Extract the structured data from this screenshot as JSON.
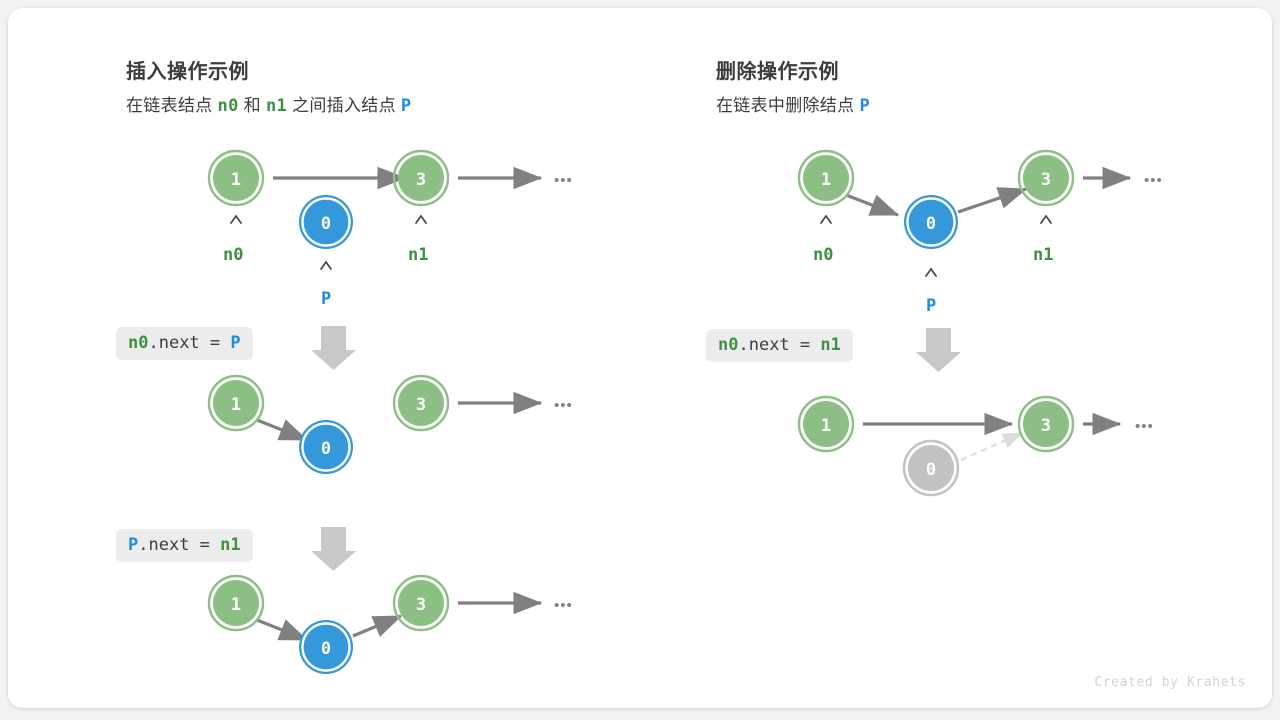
{
  "page": {
    "background": "#f2f2f2",
    "card_background": "#ffffff",
    "credit": "Created by Krahets"
  },
  "colors": {
    "green_fill": "#8cbf84",
    "green_ring": "#8cbf84",
    "green_text": "#3e9142",
    "blue_fill": "#3498db",
    "blue_ring": "#2f90da",
    "blue_text": "#1f8ae0",
    "gray_node_fill": "#c2c2c2",
    "gray_node_ring": "#c2c2c2",
    "arrow": "#808080",
    "dashed_arrow": "#dcdcdc",
    "chip_bg": "#ececec",
    "text": "#3c3c3c",
    "credit": "#d2d2d2"
  },
  "left": {
    "title": "插入操作示例",
    "subtitle": {
      "part1": "在链表结点 ",
      "tok_n0": "n0",
      "part2": " 和 ",
      "tok_n1": "n1",
      "part3": " 之间插入结点 ",
      "tok_P": "P"
    },
    "step1": {
      "nodes": [
        {
          "value": "1",
          "kind": "green",
          "label": "n0",
          "label_color": "green"
        },
        {
          "value": "0",
          "kind": "blue",
          "label": "P",
          "label_color": "blue"
        },
        {
          "value": "3",
          "kind": "green",
          "label": "n1",
          "label_color": "green"
        }
      ],
      "ellipsis": "•••"
    },
    "op1": {
      "tok_a": "n0",
      "tok_a_color": "green",
      "mid": ".next = ",
      "tok_b": "P",
      "tok_b_color": "blue"
    },
    "step2": {
      "nodes": [
        {
          "value": "1",
          "kind": "green"
        },
        {
          "value": "0",
          "kind": "blue"
        },
        {
          "value": "3",
          "kind": "green"
        }
      ],
      "ellipsis": "•••"
    },
    "op2": {
      "tok_a": "P",
      "tok_a_color": "blue",
      "mid": ".next = ",
      "tok_b": "n1",
      "tok_b_color": "green"
    },
    "step3": {
      "nodes": [
        {
          "value": "1",
          "kind": "green"
        },
        {
          "value": "0",
          "kind": "blue"
        },
        {
          "value": "3",
          "kind": "green"
        }
      ],
      "ellipsis": "•••"
    }
  },
  "right": {
    "title": "删除操作示例",
    "subtitle": {
      "part1": "在链表中删除结点 ",
      "tok_P": "P"
    },
    "step1": {
      "nodes": [
        {
          "value": "1",
          "kind": "green",
          "label": "n0",
          "label_color": "green"
        },
        {
          "value": "0",
          "kind": "blue",
          "label": "P",
          "label_color": "blue"
        },
        {
          "value": "3",
          "kind": "green",
          "label": "n1",
          "label_color": "green"
        }
      ],
      "ellipsis": "•••"
    },
    "op1": {
      "tok_a": "n0",
      "tok_a_color": "green",
      "mid": ".next = ",
      "tok_b": "n1",
      "tok_b_color": "green"
    },
    "step2": {
      "nodes": [
        {
          "value": "1",
          "kind": "green"
        },
        {
          "value": "0",
          "kind": "gray"
        },
        {
          "value": "3",
          "kind": "green"
        }
      ],
      "ellipsis": "•••"
    }
  },
  "chart_data": {
    "type": "diagram",
    "title": "Linked list insert and delete operations",
    "panels": [
      {
        "name": "insert",
        "title": "插入操作示例",
        "subtitle": "在链表结点 n0 和 n1 之间插入结点 P",
        "steps": [
          {
            "nodes": [
              "1",
              "0",
              "3"
            ],
            "edges": [
              "1->3"
            ],
            "note": "initial state, P detached"
          },
          {
            "operation": "n0.next = P",
            "nodes": [
              "1",
              "0",
              "3"
            ],
            "edges": [
              "1->0"
            ]
          },
          {
            "operation": "P.next = n1",
            "nodes": [
              "1",
              "0",
              "3"
            ],
            "edges": [
              "1->0",
              "0->3"
            ]
          }
        ]
      },
      {
        "name": "delete",
        "title": "删除操作示例",
        "subtitle": "在链表中删除结点 P",
        "steps": [
          {
            "nodes": [
              "1",
              "0",
              "3"
            ],
            "edges": [
              "1->0",
              "0->3"
            ]
          },
          {
            "operation": "n0.next = n1",
            "nodes": [
              "1",
              "0",
              "3"
            ],
            "edges": [
              "1->3",
              "0->3 (dashed/removed)"
            ]
          }
        ]
      }
    ]
  }
}
